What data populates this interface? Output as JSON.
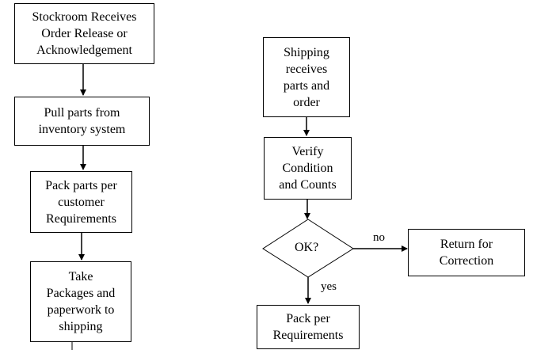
{
  "left_column": {
    "step1": "Stockroom Receives\nOrder Release or\nAcknowledgement",
    "step2": "Pull parts from\ninventory system",
    "step3": "Pack parts per\ncustomer\nRequirements",
    "step4": "Take\nPackages and\npaperwork to\nshipping"
  },
  "right_column": {
    "step1": "Shipping\nreceives\nparts and\norder",
    "step2": "Verify\nCondition\nand Counts",
    "decision": "OK?",
    "no_branch": "Return for\nCorrection",
    "yes_branch": "Pack per\nRequirements"
  },
  "edge_labels": {
    "no": "no",
    "yes": "yes"
  }
}
